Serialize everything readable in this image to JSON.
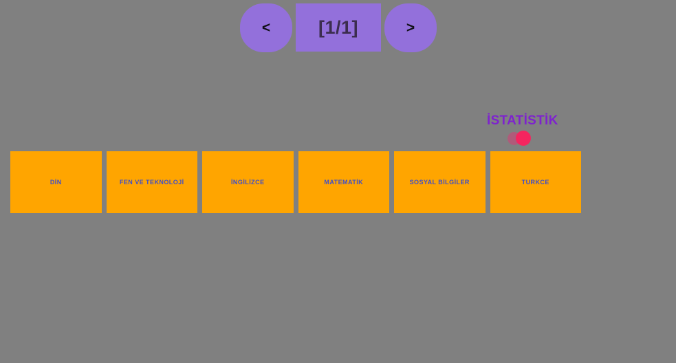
{
  "page": {
    "background_color": "#808080"
  },
  "pager": {
    "prev_label": "<",
    "next_label": ">",
    "counter_label": "[1/1]",
    "current_page": 1,
    "total_pages": 1,
    "button_color": "#9370DB",
    "counter_text_color": "#3B2D4E"
  },
  "statistics": {
    "heading": "İSTATİSTİK",
    "heading_color": "#7E22CE",
    "indicator_color": "#F4255F",
    "indicator_ghost_color": "rgba(240, 40, 115, 0.42)"
  },
  "subjects": {
    "card_color": "#FFA500",
    "label_color": "#3F4FC8",
    "items": [
      {
        "label": "DİN"
      },
      {
        "label": "FEN VE TEKNOLOJİ"
      },
      {
        "label": "İNGİLİZCE"
      },
      {
        "label": "MATEMATİK"
      },
      {
        "label": "SOSYAL BİLGİLER"
      },
      {
        "label": "TURKCE"
      }
    ]
  }
}
